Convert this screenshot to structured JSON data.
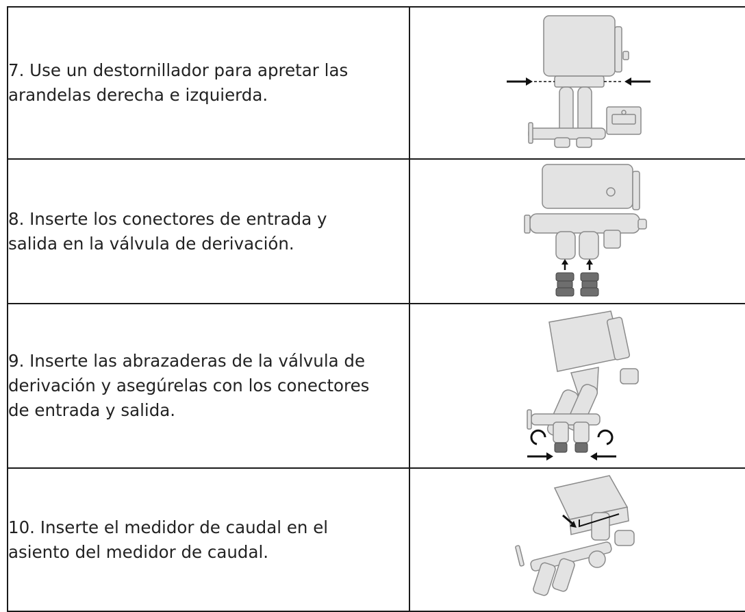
{
  "steps": [
    {
      "text": "7. Use un destornillador para apretar las\narandelas derecha e izquierda.",
      "icon": "tighten-washers-diagram-icon"
    },
    {
      "text": "8. Inserte los conectores de entrada y\nsalida en la válvula de derivación.",
      "icon": "insert-connectors-diagram-icon"
    },
    {
      "text": "9. Inserte las abrazaderas de la válvula de\nderivación y asegúrelas con los conectores\nde entrada y salida.",
      "icon": "attach-clamps-diagram-icon"
    },
    {
      "text": "10. Inserte el medidor de caudal en el\nasiento del medidor de caudal.",
      "icon": "insert-flow-meter-diagram-icon"
    }
  ],
  "colors": {
    "border": "#1a1a1a",
    "text": "#222222",
    "part_fill": "#e3e3e3",
    "part_stroke": "#8a8a8a",
    "arrow": "#111111"
  }
}
